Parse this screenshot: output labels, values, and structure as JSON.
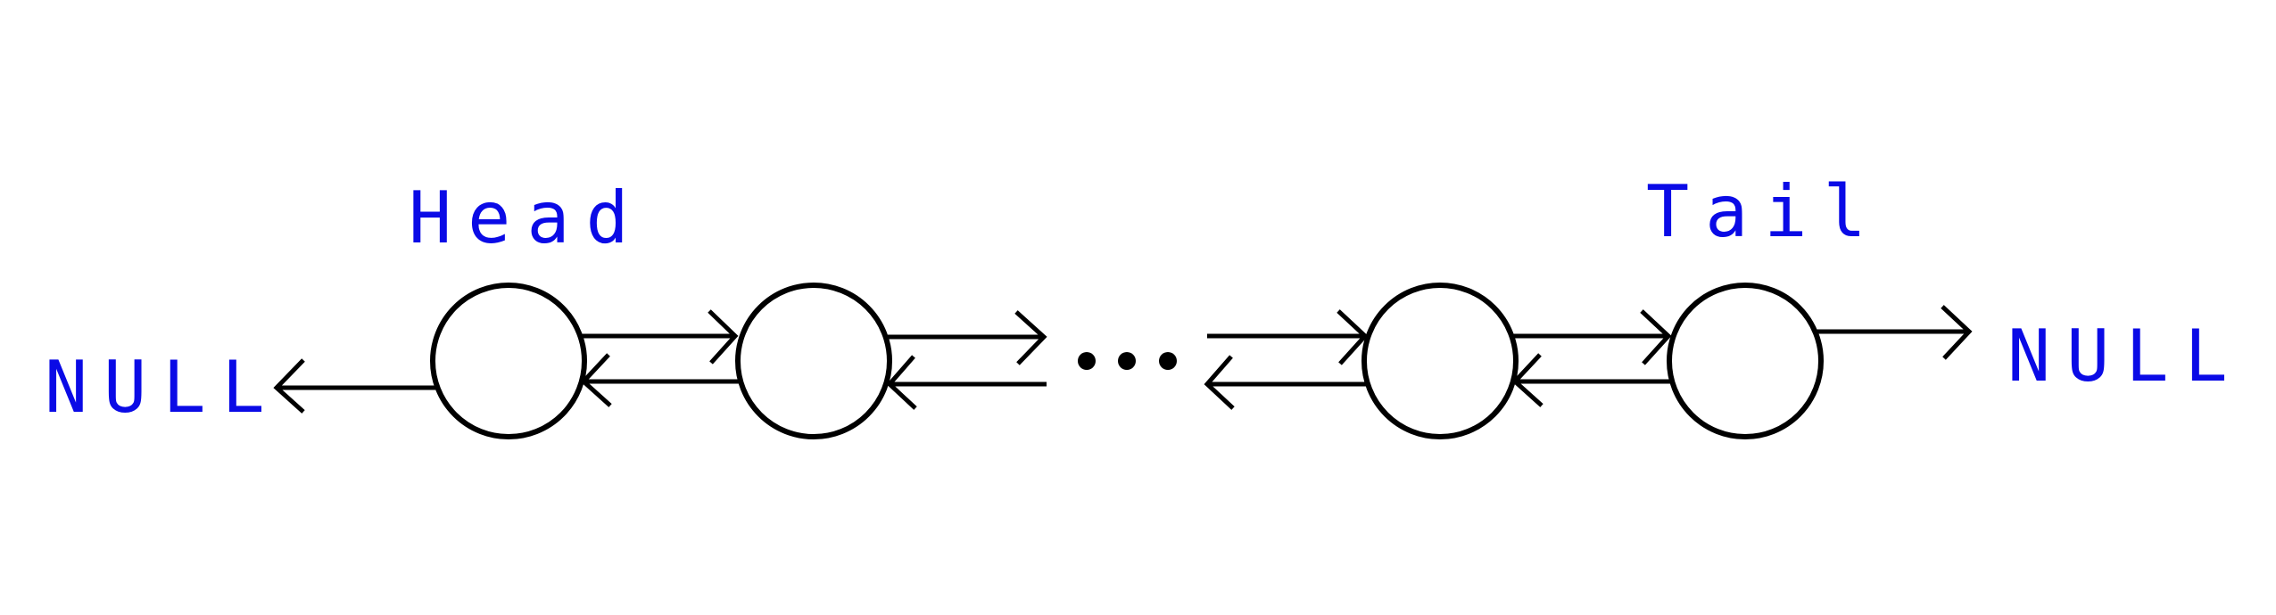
{
  "labels": {
    "head": "Head",
    "tail": "Tail",
    "null_left": "NULL",
    "null_right": "NULL"
  },
  "colors": {
    "label": "#0a0ae6",
    "stroke": "#000000",
    "node_fill": "#ffffff"
  }
}
